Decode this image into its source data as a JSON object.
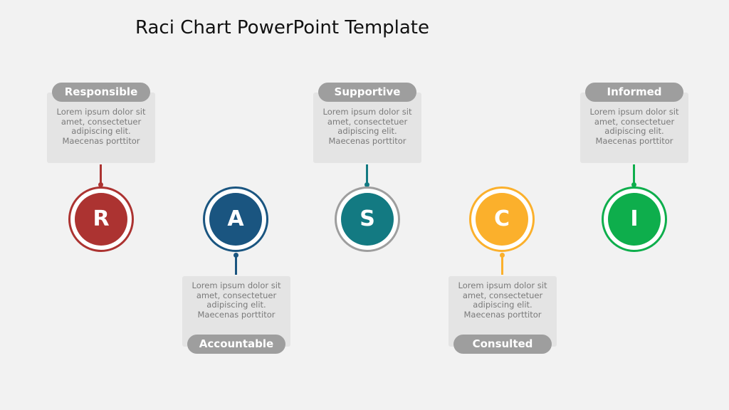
{
  "title": "Raci Chart PowerPoint Template",
  "items": [
    {
      "letter": "R",
      "label": "Responsible",
      "text_lines": [
        "Lorem ipsum dolor sit",
        "amet, consectetuer",
        "adipiscing elit.",
        "Maecenas porttitor"
      ],
      "color": "#ac3331",
      "ring_color": "#ac3331",
      "position": "top"
    },
    {
      "letter": "A",
      "label": "Accountable",
      "text_lines": [
        "Lorem ipsum dolor sit",
        "amet, consectetuer",
        "adipiscing elit.",
        "Maecenas porttitor"
      ],
      "color": "#1a5580",
      "ring_color": "#1a5580",
      "position": "bottom"
    },
    {
      "letter": "S",
      "label": "Supportive",
      "text_lines": [
        "Lorem ipsum dolor sit",
        "amet, consectetuer",
        "adipiscing elit.",
        "Maecenas porttitor"
      ],
      "color": "#137a82",
      "ring_color": "#9e9e9e",
      "position": "top"
    },
    {
      "letter": "C",
      "label": "Consulted",
      "text_lines": [
        "Lorem ipsum dolor sit",
        "amet, consectetuer",
        "adipiscing elit.",
        "Maecenas porttitor"
      ],
      "color": "#fbb02c",
      "ring_color": "#fbb02c",
      "position": "bottom"
    },
    {
      "letter": "I",
      "label": "Informed",
      "text_lines": [
        "Lorem ipsum dolor sit",
        "amet, consectetuer",
        "adipiscing elit.",
        "Maecenas porttitor"
      ],
      "color": "#0eae4c",
      "ring_color": "#0eae4c",
      "position": "top"
    }
  ]
}
